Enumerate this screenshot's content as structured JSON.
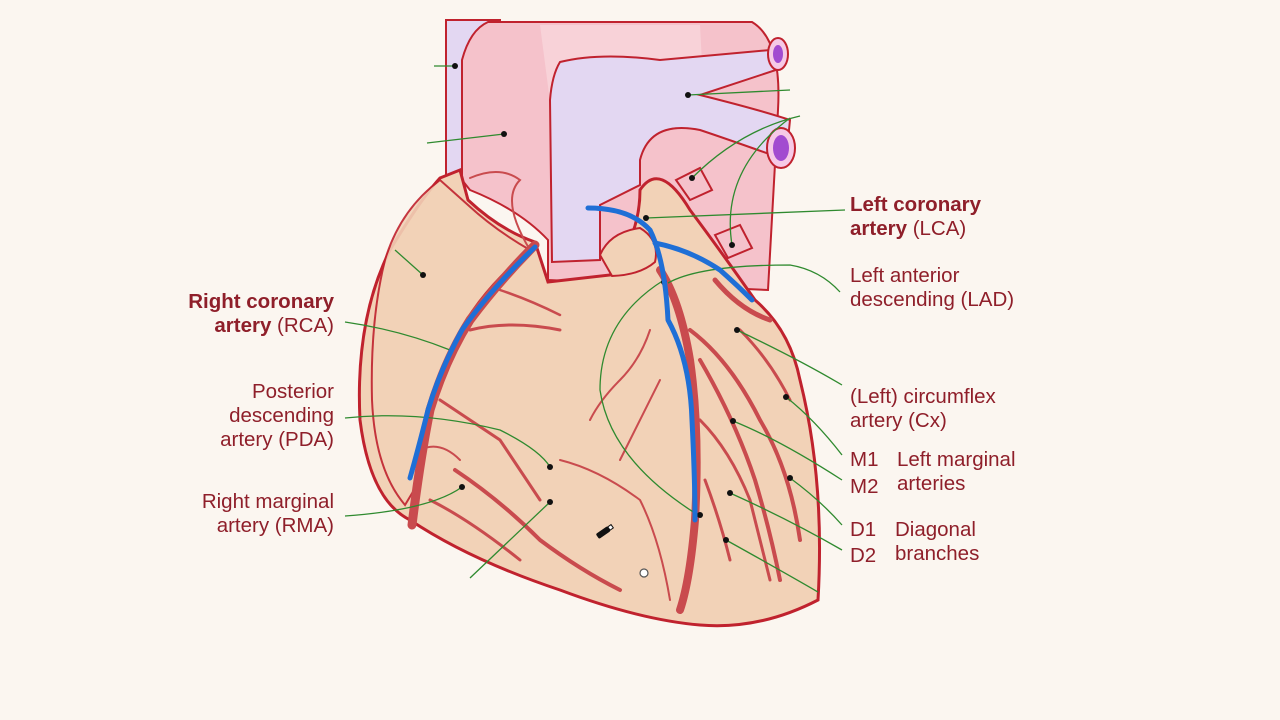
{
  "colors": {
    "background": "#fbf6f0",
    "label_text": "#8f1f2a",
    "heart_fill": "#f2d2b7",
    "heart_outline": "#c0222e",
    "aorta_fill": "#f5c2cb",
    "vein_fill": "#e3d7f2",
    "vessel_red": "#c94b4e",
    "leader_line": "#2f8a2f",
    "annotation_blue": "#1f6fd6",
    "vessel_cap": "#a24bd0"
  },
  "labels": {
    "lca": {
      "bold": "Left coronary",
      "line2_bold": "artery",
      "line2_rest": " (LCA)"
    },
    "rca": {
      "bold": "Right coronary",
      "line2_bold": "artery",
      "line2_rest": " (RCA)"
    },
    "lad": {
      "line1": "Left anterior",
      "line2": "descending (LAD)"
    },
    "cx": {
      "line1": "(Left) circumflex",
      "line2": "artery (Cx)"
    },
    "pda": {
      "line1": "Posterior",
      "line2": "descending",
      "line3": "artery (PDA)"
    },
    "rma": {
      "line1": "Right marginal",
      "line2": "artery (RMA)"
    },
    "m1": "M1",
    "m2": "M2",
    "marginal": {
      "line1": "Left marginal",
      "line2": "arteries"
    },
    "d1": "D1",
    "d2": "D2",
    "diagonal": {
      "line1": "Diagonal",
      "line2": "branches"
    }
  },
  "icons": {
    "pen_cursor": "pen-cursor-icon",
    "pointer_ring": "cursor-ring-icon"
  }
}
